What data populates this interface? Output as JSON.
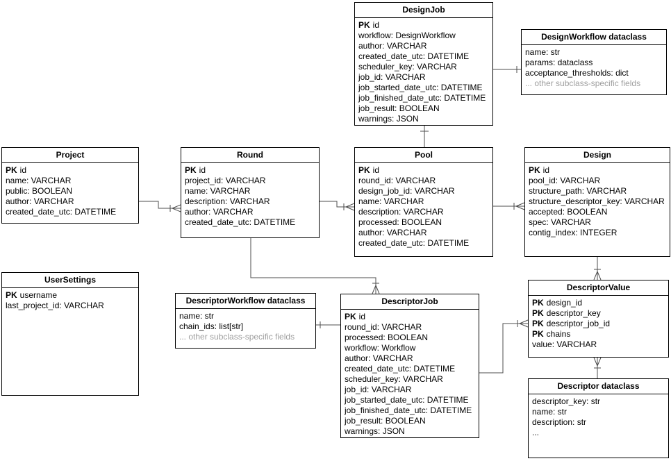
{
  "entities": {
    "design_job": {
      "title": "DesignJob",
      "rows": [
        {
          "pk": "PK",
          "label": "id"
        },
        {
          "label": "workflow: DesignWorkflow"
        },
        {
          "label": "author: VARCHAR"
        },
        {
          "label": "created_date_utc: DATETIME"
        },
        {
          "label": "scheduler_key: VARCHAR"
        },
        {
          "label": "job_id: VARCHAR"
        },
        {
          "label": "job_started_date_utc: DATETIME"
        },
        {
          "label": "job_finished_date_utc: DATETIME"
        },
        {
          "label": "job_result: BOOLEAN"
        },
        {
          "label": "warnings: JSON"
        }
      ]
    },
    "design_workflow": {
      "title": "DesignWorkflow dataclass",
      "rows": [
        {
          "label": "name: str"
        },
        {
          "label": "params: dataclass"
        },
        {
          "label": "acceptance_thresholds: dict"
        },
        {
          "label": "... other subclass-specific fields",
          "muted": true
        }
      ]
    },
    "project": {
      "title": "Project",
      "rows": [
        {
          "pk": "PK",
          "label": "id"
        },
        {
          "label": "name: VARCHAR"
        },
        {
          "label": "public: BOOLEAN"
        },
        {
          "label": "author: VARCHAR"
        },
        {
          "label": "created_date_utc: DATETIME"
        }
      ]
    },
    "round": {
      "title": "Round",
      "rows": [
        {
          "pk": "PK",
          "label": "id"
        },
        {
          "label": "project_id: VARCHAR"
        },
        {
          "label": "name: VARCHAR"
        },
        {
          "label": "description: VARCHAR"
        },
        {
          "label": "author: VARCHAR"
        },
        {
          "label": "created_date_utc: DATETIME"
        }
      ]
    },
    "pool": {
      "title": "Pool",
      "rows": [
        {
          "pk": "PK",
          "label": "id"
        },
        {
          "label": "round_id: VARCHAR"
        },
        {
          "label": "design_job_id: VARCHAR"
        },
        {
          "label": "name: VARCHAR"
        },
        {
          "label": "description: VARCHAR"
        },
        {
          "label": "processed: BOOLEAN"
        },
        {
          "label": "author: VARCHAR"
        },
        {
          "label": "created_date_utc: DATETIME"
        }
      ]
    },
    "design": {
      "title": "Design",
      "rows": [
        {
          "pk": "PK",
          "label": "id"
        },
        {
          "label": "pool_id: VARCHAR"
        },
        {
          "label": "structure_path: VARCHAR"
        },
        {
          "label": "structure_descriptor_key: VARCHAR"
        },
        {
          "label": "accepted: BOOLEAN"
        },
        {
          "label": "spec: VARCHAR"
        },
        {
          "label": "contig_index: INTEGER"
        }
      ]
    },
    "user_settings": {
      "title": "UserSettings",
      "rows": [
        {
          "pk": "PK",
          "label": "username"
        },
        {
          "label": "last_project_id: VARCHAR"
        }
      ]
    },
    "descriptor_workflow": {
      "title": "DescriptorWorkflow dataclass",
      "rows": [
        {
          "label": "name: str"
        },
        {
          "label": "chain_ids: list[str]"
        },
        {
          "label": "... other subclass-specific fields",
          "muted": true
        }
      ]
    },
    "descriptor_job": {
      "title": "DescriptorJob",
      "rows": [
        {
          "pk": "PK",
          "label": "id"
        },
        {
          "label": "round_id: VARCHAR"
        },
        {
          "label": "processed: BOOLEAN"
        },
        {
          "label": "workflow: Workflow"
        },
        {
          "label": "author: VARCHAR"
        },
        {
          "label": "created_date_utc: DATETIME"
        },
        {
          "label": "scheduler_key: VARCHAR"
        },
        {
          "label": "job_id: VARCHAR"
        },
        {
          "label": "job_started_date_utc: DATETIME"
        },
        {
          "label": "job_finished_date_utc: DATETIME"
        },
        {
          "label": "job_result: BOOLEAN"
        },
        {
          "label": "warnings: JSON"
        }
      ]
    },
    "descriptor_value": {
      "title": "DescriptorValue",
      "rows": [
        {
          "pk": "PK",
          "label": "design_id"
        },
        {
          "pk": "PK",
          "label": "descriptor_key"
        },
        {
          "pk": "PK",
          "label": "descriptor_job_id"
        },
        {
          "pk": "PK",
          "label": "chains"
        },
        {
          "label": "value: VARCHAR"
        }
      ]
    },
    "descriptor": {
      "title": "Descriptor dataclass",
      "rows": [
        {
          "label": "descriptor_key: str"
        },
        {
          "label": "name: str"
        },
        {
          "label": "description: str"
        },
        {
          "label": "..."
        }
      ]
    }
  },
  "relationships": [
    {
      "from": "Project",
      "to": "Round",
      "from_end": "one",
      "to_end": "many"
    },
    {
      "from": "Round",
      "to": "Pool",
      "from_end": "one",
      "to_end": "many"
    },
    {
      "from": "Pool",
      "to": "Design",
      "from_end": "one",
      "to_end": "many"
    },
    {
      "from": "DesignJob",
      "to": "DesignWorkflow dataclass",
      "from_end": "plain",
      "to_end": "one"
    },
    {
      "from": "DesignJob",
      "to": "Pool",
      "from_end": "one",
      "to_end": "plain"
    },
    {
      "from": "Round",
      "to": "DescriptorJob",
      "from_end": "one",
      "to_end": "many"
    },
    {
      "from": "DescriptorWorkflow dataclass",
      "to": "DescriptorJob",
      "from_end": "one",
      "to_end": "plain"
    },
    {
      "from": "DescriptorJob",
      "to": "DescriptorValue",
      "from_end": "one",
      "to_end": "many"
    },
    {
      "from": "Design",
      "to": "DescriptorValue",
      "from_end": "one",
      "to_end": "many"
    },
    {
      "from": "Descriptor dataclass",
      "to": "DescriptorValue",
      "from_end": "plain",
      "to_end": "many"
    }
  ],
  "colors": {
    "background": "#ffffff",
    "entity_border": "#000000",
    "text": "#000000",
    "muted_text": "#9e9e9e",
    "connector": "#4d4d4d"
  }
}
